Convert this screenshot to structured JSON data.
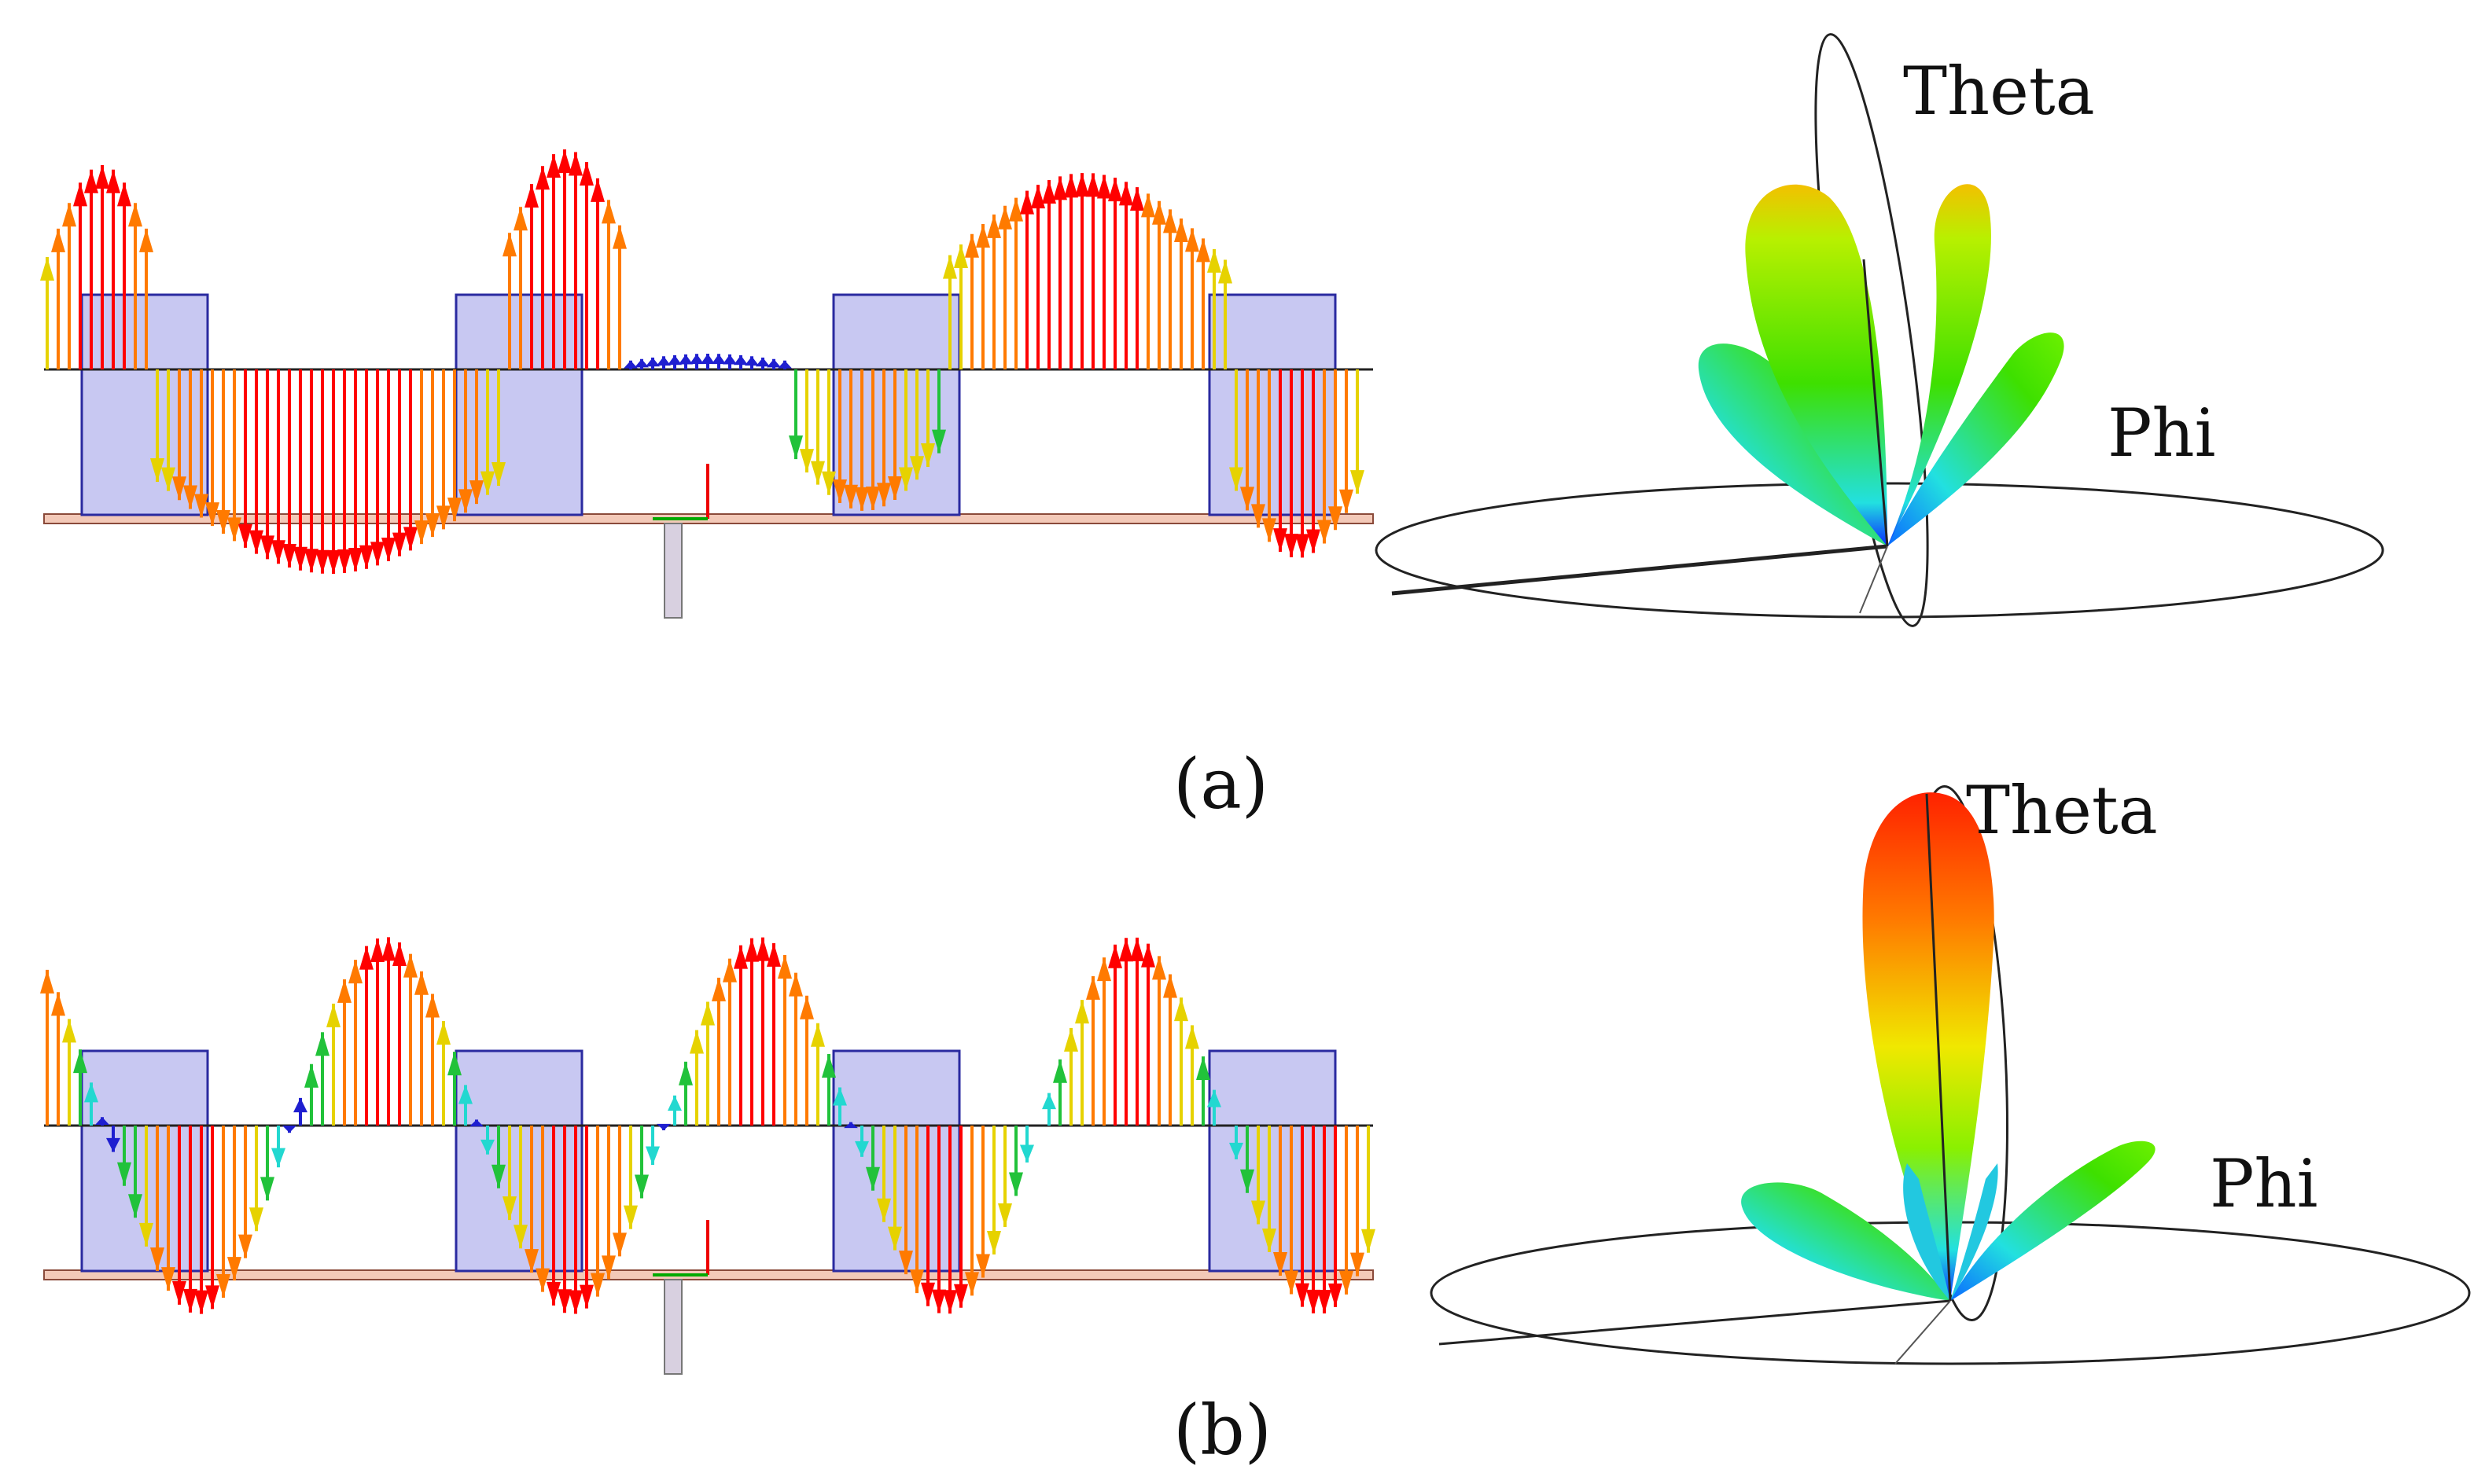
{
  "panels": [
    {
      "id": "a",
      "caption": "(a)",
      "axis_labels": {
        "theta": "Theta",
        "phi": "Phi"
      }
    },
    {
      "id": "b",
      "caption": "(b)",
      "axis_labels": {
        "theta": "Theta",
        "phi": "Phi"
      }
    }
  ],
  "colors": {
    "arrow_strong": "#ff0000",
    "arrow_orange": "#ff7a00",
    "arrow_yellow": "#e6d200",
    "arrow_green": "#21c23a",
    "arrow_cyan": "#22d8d0",
    "arrow_blue": "#1f1fd0",
    "patch_fill": "#c8c8f2",
    "patch_stroke": "#2a2aa0",
    "ground_plane": "#f3c9b8",
    "lobe_red": "#ff2a00",
    "lobe_yellow": "#e8f000",
    "lobe_green": "#3ee000",
    "lobe_cyan": "#22e0e0",
    "lobe_blue": "#0a2aff"
  }
}
